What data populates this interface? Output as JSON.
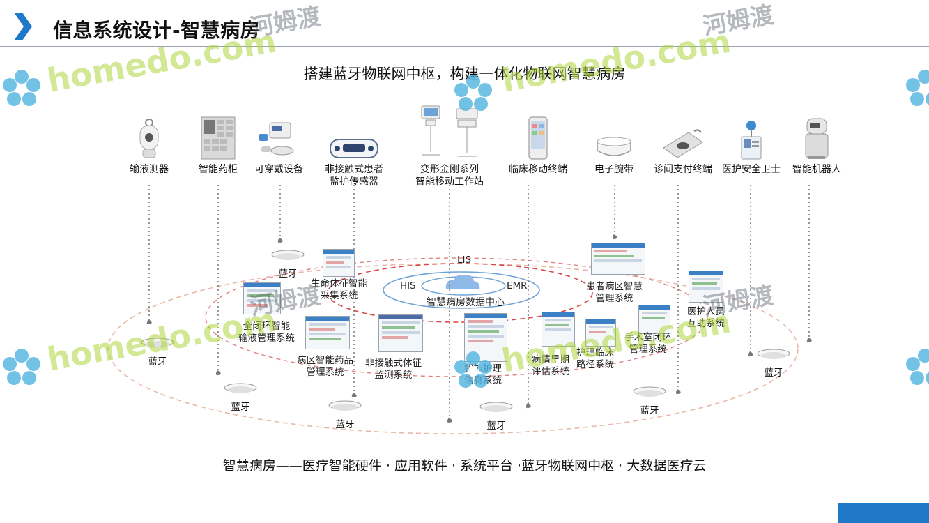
{
  "header": {
    "title": "信息系统设计-智慧病房"
  },
  "subtitle": "搭建蓝牙物联网中枢，构建一体化物联网智慧病房",
  "footer": "智慧病房——医疗智能硬件 · 应用软件 · 系统平台 ·蓝牙物联网中枢 · 大数据医疗云",
  "devices": [
    {
      "label": "输液测器",
      "icon": "infusion-monitor-icon"
    },
    {
      "label": "智能药柜",
      "icon": "medicine-cabinet-icon"
    },
    {
      "label": "可穿戴设备",
      "icon": "wearable-device-icon"
    },
    {
      "label": "非接触式患者\n监护传感器",
      "icon": "contactless-sensor-icon"
    },
    {
      "label": "变形金刚系列\n智能移动工作站",
      "icon": "mobile-workstation-icon"
    },
    {
      "label": "临床移动终端",
      "icon": "mobile-terminal-icon"
    },
    {
      "label": "电子腕带",
      "icon": "wristband-icon"
    },
    {
      "label": "诊间支付终端",
      "icon": "payment-terminal-icon"
    },
    {
      "label": "医护安全卫士",
      "icon": "id-badge-icon"
    },
    {
      "label": "智能机器人",
      "icon": "robot-icon"
    }
  ],
  "center": {
    "label": "智慧病房数据中心",
    "his": "HIS",
    "lis": "LIS",
    "emr": "EMR"
  },
  "systems": [
    {
      "label": "生命体征智能\n采集系统"
    },
    {
      "label": "全闭环智能\n输液管理系统"
    },
    {
      "label": "病区智能药品\n管理系统"
    },
    {
      "label": "非接触式体征\n监测系统"
    },
    {
      "label": "智能护理\n信息系统"
    },
    {
      "label": "病情早期\n评估系统"
    },
    {
      "label": "护理临床\n路径系统"
    },
    {
      "label": "手术室闭环\n管理系统"
    },
    {
      "label": "患者病区智慧\n管理系统"
    },
    {
      "label": "医护人员\n互助系统"
    }
  ],
  "bluetooth": {
    "label": "蓝牙"
  },
  "watermark": {
    "en": "homedo.com",
    "cn": "河姆渡"
  },
  "colors": {
    "accent": "#1f78c8",
    "ring_red": "#e06b6b",
    "ring_blue": "#6fa3d8",
    "watermark_green": "#add63c"
  }
}
